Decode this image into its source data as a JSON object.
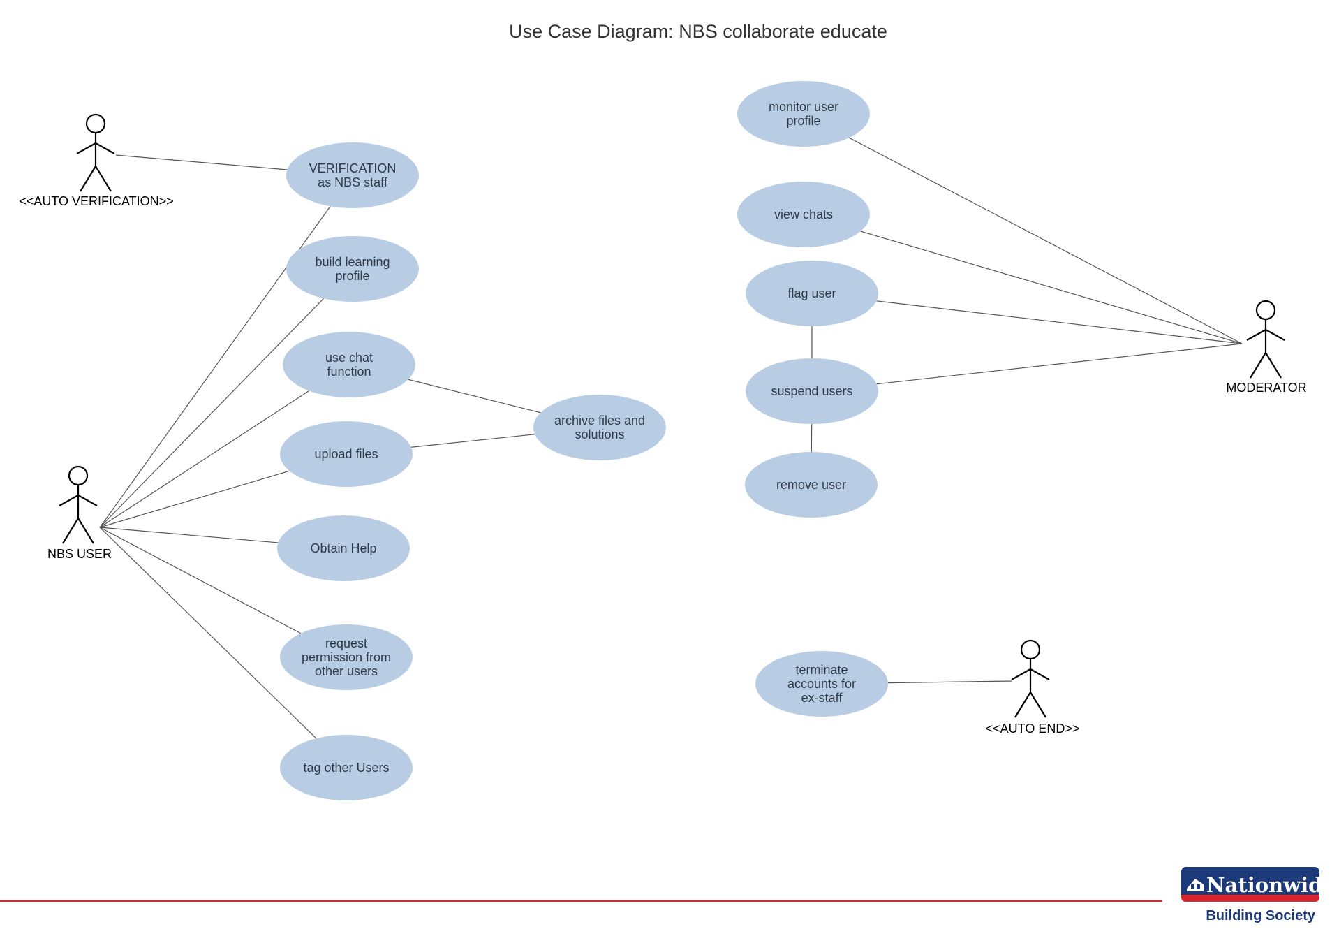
{
  "title": "Use Case Diagram: NBS collaborate educate",
  "colors": {
    "usecase_fill": "#b8cce3",
    "line": "#555555",
    "footer_line": "#d9262e",
    "logo_navy": "#1c3a7a",
    "logo_red": "#d9262e"
  },
  "actors": [
    {
      "id": "auto-verification",
      "label": "<<AUTO VERIFICATION>>"
    },
    {
      "id": "nbs-user",
      "label": "NBS USER"
    },
    {
      "id": "moderator",
      "label": "MODERATOR"
    },
    {
      "id": "auto-end",
      "label": "<<AUTO END>>"
    }
  ],
  "use_cases": [
    {
      "id": "verification",
      "lines": [
        "VERIFICATION",
        "as NBS staff"
      ]
    },
    {
      "id": "build-learning-profile",
      "lines": [
        "build learning",
        "profile"
      ]
    },
    {
      "id": "use-chat-function",
      "lines": [
        "use chat",
        "function"
      ]
    },
    {
      "id": "upload-files",
      "lines": [
        "upload files"
      ]
    },
    {
      "id": "obtain-help",
      "lines": [
        "Obtain Help"
      ]
    },
    {
      "id": "request-permission",
      "lines": [
        "request",
        "permission from",
        "other users"
      ]
    },
    {
      "id": "tag-other-users",
      "lines": [
        "tag other Users"
      ]
    },
    {
      "id": "archive-files",
      "lines": [
        "archive files and",
        "solutions"
      ]
    },
    {
      "id": "monitor-user-profile",
      "lines": [
        "monitor user",
        "profile"
      ]
    },
    {
      "id": "view-chats",
      "lines": [
        "view chats"
      ]
    },
    {
      "id": "flag-user",
      "lines": [
        "flag user"
      ]
    },
    {
      "id": "suspend-users",
      "lines": [
        "suspend users"
      ]
    },
    {
      "id": "remove-user",
      "lines": [
        "remove user"
      ]
    },
    {
      "id": "terminate-accounts",
      "lines": [
        "terminate",
        "accounts for",
        "ex-staff"
      ]
    }
  ],
  "associations": [
    [
      "auto-verification",
      "verification"
    ],
    [
      "nbs-user",
      "verification"
    ],
    [
      "nbs-user",
      "build-learning-profile"
    ],
    [
      "nbs-user",
      "use-chat-function"
    ],
    [
      "nbs-user",
      "upload-files"
    ],
    [
      "nbs-user",
      "obtain-help"
    ],
    [
      "nbs-user",
      "request-permission"
    ],
    [
      "nbs-user",
      "tag-other-users"
    ],
    [
      "use-chat-function",
      "archive-files"
    ],
    [
      "upload-files",
      "archive-files"
    ],
    [
      "moderator",
      "monitor-user-profile"
    ],
    [
      "moderator",
      "view-chats"
    ],
    [
      "moderator",
      "flag-user"
    ],
    [
      "moderator",
      "suspend-users"
    ],
    [
      "flag-user",
      "suspend-users"
    ],
    [
      "suspend-users",
      "remove-user"
    ],
    [
      "auto-end",
      "terminate-accounts"
    ]
  ],
  "logo": {
    "name": "Nationwide",
    "subtitle": "Building Society"
  }
}
